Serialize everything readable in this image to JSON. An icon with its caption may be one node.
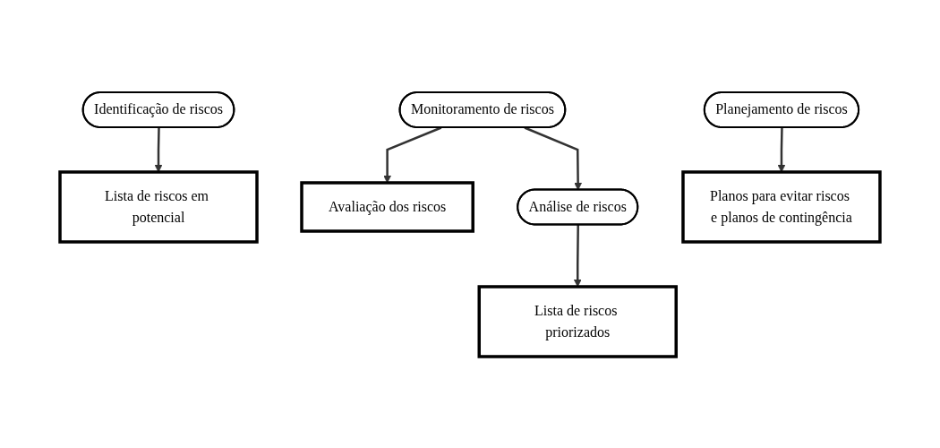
{
  "diagram": {
    "nodes": [
      {
        "text": [
          "Identificação de riscos"
        ]
      },
      {
        "text": [
          "Análise de riscos"
        ]
      },
      {
        "text": [
          "Planejamento de riscos"
        ]
      },
      {
        "text": [
          "Monitoramento de riscos"
        ]
      },
      {
        "text": [
          "Lista de riscos em potencial"
        ]
      },
      {
        "text": [
          "Lista de riscos priorizados"
        ]
      },
      {
        "text": [
          "Planos para evitar riscos e planos de contingência"
        ]
      },
      {
        "text": [
          "Avaliação dos riscos"
        ]
      }
    ],
    "edges": [
      {
        "from": 0,
        "to": 4,
        "arrow": "to"
      },
      {
        "from": 1,
        "to": 5,
        "arrow": "to"
      },
      {
        "from": 2,
        "to": 6,
        "arrow": "to"
      },
      {
        "from": 3,
        "to": 7,
        "arrow": "to"
      },
      {
        "from": 3,
        "to": 1,
        "arrow": "to"
      }
    ]
  }
}
